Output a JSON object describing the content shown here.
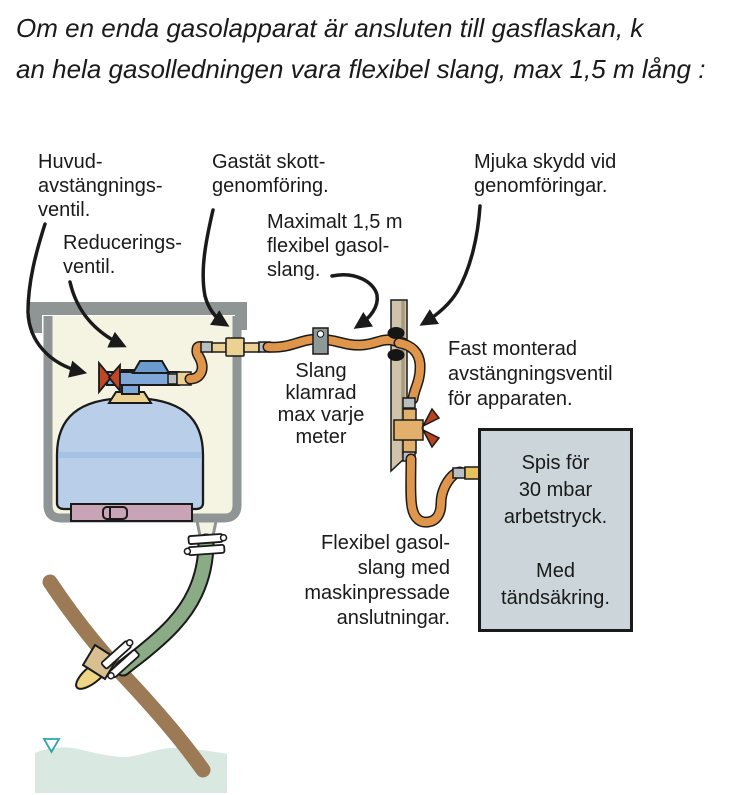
{
  "title": {
    "lines": [
      "Om en enda gasolapparat är ansluten till gasflaskan, k",
      "an hela gasolledningen vara flexibel slang, max 1,5 m lång :"
    ]
  },
  "labels": {
    "huvud": {
      "lines": [
        "Huvud-",
        "avstängnings-",
        "ventil."
      ]
    },
    "gastat": {
      "lines": [
        "Gastät skott-",
        "genomföring."
      ]
    },
    "mjuka": {
      "lines": [
        "Mjuka skydd vid",
        "genomföringar."
      ]
    },
    "reducerings": {
      "lines": [
        "Reducerings-",
        "ventil."
      ]
    },
    "maximalt": {
      "lines": [
        "Maximalt 1,5 m",
        "flexibel gasol-",
        "slang."
      ]
    },
    "slang_klamrad": {
      "lines": [
        "Slang",
        "klamrad",
        "max varje",
        "meter"
      ]
    },
    "fast_monterad": {
      "lines": [
        "Fast monterad",
        "avstängningsventil",
        "för apparaten."
      ]
    },
    "flexibel": {
      "lines": [
        "Flexibel gasol-",
        "slang med",
        "maskinpressade",
        "anslutningar."
      ]
    }
  },
  "stove": {
    "lines": [
      "Spis för",
      "30 mbar",
      "arbetstryck.",
      "",
      "Med",
      "tändsäkring."
    ]
  },
  "colors": {
    "hose_orange": "#e0964a",
    "bottle_blue": "#b9cfe9",
    "bottle_stripe": "#a6c2e2",
    "regulator_blue": "#7fa8d8",
    "handle_red": "#bf4726",
    "fitting_tan": "#ecd292",
    "locker_gray": "#8f9494",
    "locker_interior": "#f5f3e2",
    "base_mauve": "#c9a3b6",
    "wall_tan": "#cfc3aa",
    "stove_fill": "#ccd6da",
    "drain_green": "#8aab85",
    "hull_brown": "#9b7a55",
    "water": "#d9e8e1",
    "waterline_teal": "#2aa8a8"
  }
}
